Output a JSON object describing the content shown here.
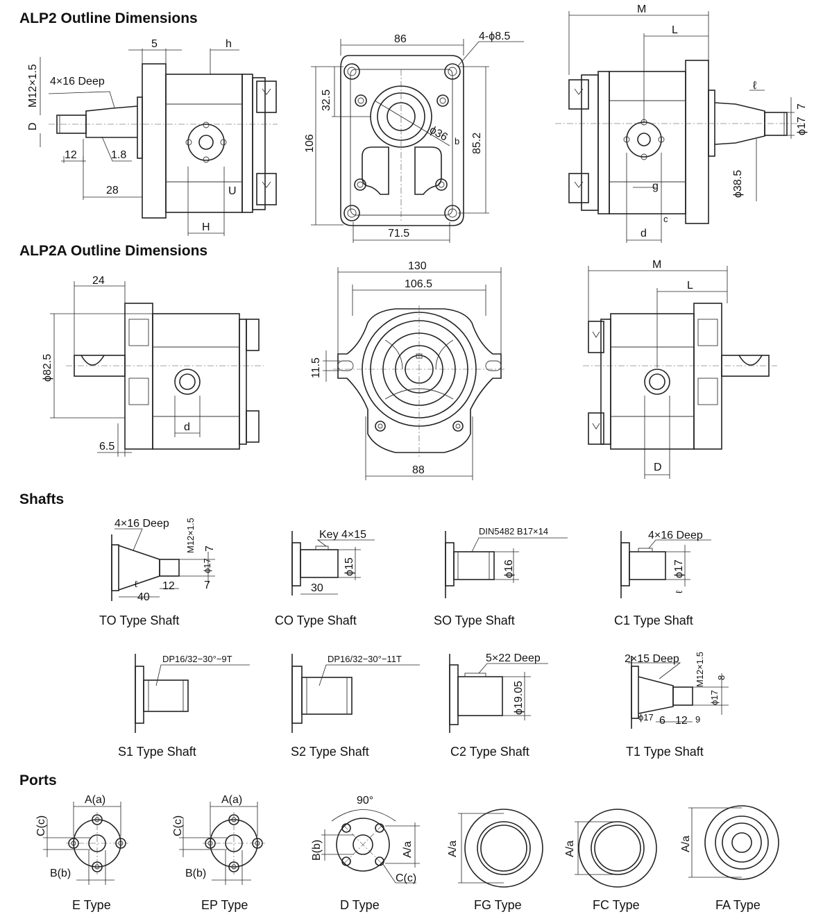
{
  "sections": {
    "alp2": "ALP2 Outline Dimensions",
    "alp2a": "ALP2A Outline Dimensions",
    "shafts": "Shafts",
    "ports": "Ports"
  },
  "alp2": {
    "side": {
      "five": "5",
      "h": "h",
      "thread": "M12×1.5",
      "deep": "4×16 Deep",
      "d": "D",
      "twelve": "12",
      "taper": "1.8",
      "twentyeight": "28",
      "u": "U",
      "hh": "H"
    },
    "front": {
      "width": "86",
      "holes": "4-ϕ8.5",
      "offset": "32.5",
      "height": "106",
      "inner_height": "85.2",
      "bore": "ϕ36",
      "bottom": "71.5",
      "b": "b"
    },
    "rear": {
      "m": "M",
      "l": "L",
      "small": "ℓ",
      "seven": "7",
      "shaft_dia": "ϕ17",
      "pilot": "ϕ38.5",
      "g": "g",
      "d": "d",
      "c": "c"
    }
  },
  "alp2a": {
    "side": {
      "twentyfour": "24",
      "dia": "ϕ82.5",
      "d": "d",
      "sixfive": "6.5"
    },
    "front": {
      "width": "130",
      "inner": "106.5",
      "slot": "11.5",
      "bottom": "88"
    },
    "rear": {
      "m": "M",
      "l": "L",
      "d": "D"
    }
  },
  "shafts": {
    "to": {
      "caption": "TO Type Shaft",
      "deep": "4×16 Deep",
      "thread": "M12×1.5",
      "seven_a": "7",
      "dia": "ϕ17",
      "seven_b": "7",
      "forty": "40",
      "twelve": "12",
      "small": "ℓ"
    },
    "co": {
      "caption": "CO Type Shaft",
      "key": "Key 4×15",
      "dia": "ϕ15",
      "thirty": "30"
    },
    "so": {
      "caption": "SO Type Shaft",
      "spline": "DIN5482 B17×14",
      "dia": "ϕ16"
    },
    "c1": {
      "caption": "C1 Type Shaft",
      "deep": "4×16 Deep",
      "dia": "ϕ17",
      "small": "ℓ"
    },
    "s1": {
      "caption": "S1 Type Shaft",
      "spline": "DP16/32−30°−9T"
    },
    "s2": {
      "caption": "S2 Type Shaft",
      "spline": "DP16/32−30°−11T"
    },
    "c2": {
      "caption": "C2 Type Shaft",
      "deep": "5×22 Deep",
      "dia": "ϕ19.05"
    },
    "t1": {
      "caption": "T1 Type Shaft",
      "deep": "2×15 Deep",
      "thread": "M12×1.5",
      "dia": "ϕ17",
      "eight": "8",
      "six": "6",
      "twelve": "12",
      "nine": "9",
      "small_dia": "ϕ17"
    }
  },
  "ports": {
    "e": {
      "caption": "E Type",
      "a": "A(a)",
      "b": "B(b)",
      "c": "C(c)"
    },
    "ep": {
      "caption": "EP Type",
      "a": "A(a)",
      "b": "B(b)",
      "c": "C(c)"
    },
    "d": {
      "caption": "D Type",
      "angle": "90°",
      "b": "B(b)",
      "a": "A/a",
      "c": "C(c)"
    },
    "fg": {
      "caption": "FG Type",
      "a": "A/a"
    },
    "fc": {
      "caption": "FC Type",
      "a": "A/a"
    },
    "fa": {
      "caption": "FA Type",
      "a": "A/a"
    }
  }
}
